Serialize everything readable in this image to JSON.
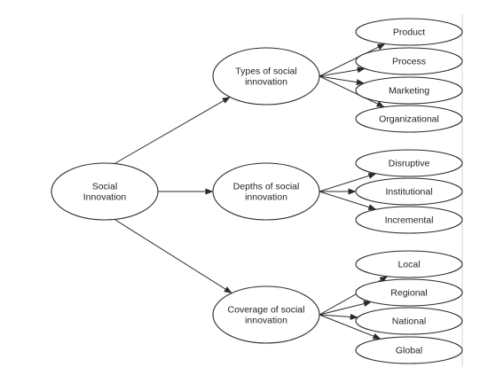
{
  "diagram": {
    "colors": {
      "stroke": "#2a2a2a",
      "fill": "#ffffff",
      "text": "#222222"
    },
    "root": {
      "id": "social-innovation",
      "lines": [
        "Social",
        "Innovation"
      ]
    },
    "categories": [
      {
        "id": "types",
        "lines": [
          "Types of social",
          "innovation"
        ]
      },
      {
        "id": "depths",
        "lines": [
          "Depths of social",
          "innovation"
        ]
      },
      {
        "id": "coverage",
        "lines": [
          "Coverage of social",
          "innovation"
        ]
      }
    ],
    "leaves": [
      {
        "id": "product",
        "parent": "types",
        "label": "Product"
      },
      {
        "id": "process",
        "parent": "types",
        "label": "Process"
      },
      {
        "id": "marketing",
        "parent": "types",
        "label": "Marketing"
      },
      {
        "id": "organizational",
        "parent": "types",
        "label": "Organizational"
      },
      {
        "id": "disruptive",
        "parent": "depths",
        "label": "Disruptive"
      },
      {
        "id": "institutional",
        "parent": "depths",
        "label": "Institutional"
      },
      {
        "id": "incremental",
        "parent": "depths",
        "label": "Incremental"
      },
      {
        "id": "local",
        "parent": "coverage",
        "label": "Local"
      },
      {
        "id": "regional",
        "parent": "coverage",
        "label": "Regional"
      },
      {
        "id": "national",
        "parent": "coverage",
        "label": "National"
      },
      {
        "id": "global",
        "parent": "coverage",
        "label": "Global"
      }
    ]
  }
}
